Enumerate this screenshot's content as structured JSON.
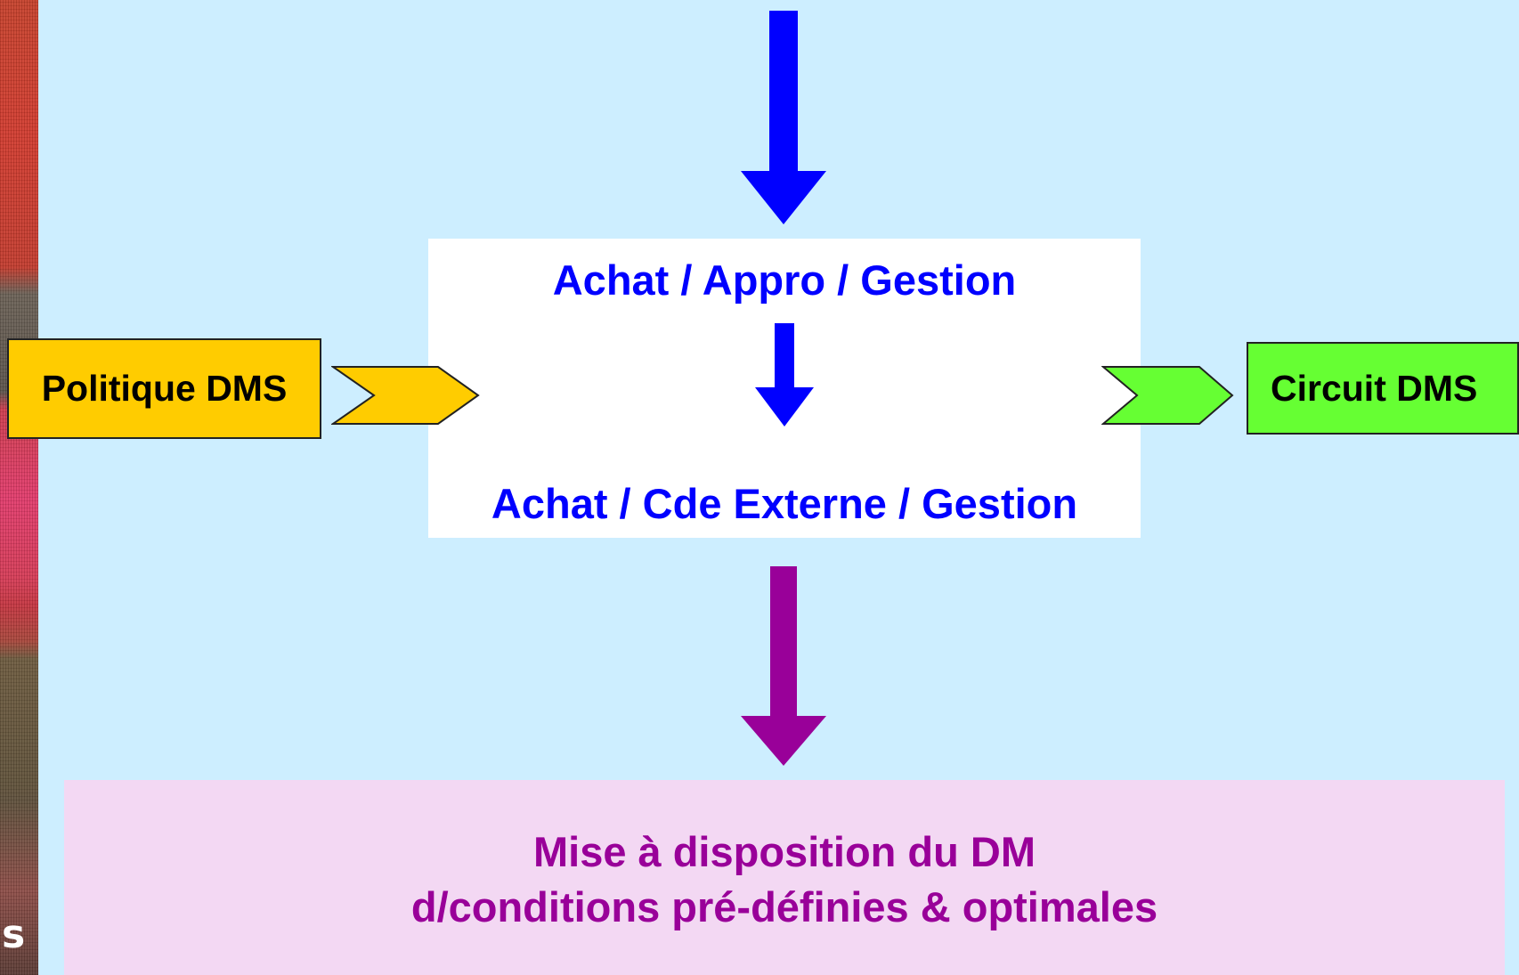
{
  "center": {
    "title_top": "Achat / Appro / Gestion",
    "title_bottom": "Achat / Cde Externe / Gestion"
  },
  "left_box": {
    "label": "Politique DMS",
    "color": "#ffcc00"
  },
  "right_box": {
    "label": "Circuit DMS",
    "color": "#66ff33"
  },
  "result": {
    "line1": "Mise à disposition du DM",
    "line2": "d/conditions pré-définies & optimales"
  },
  "side_strip": {
    "visible_letter": "s"
  },
  "colors": {
    "background": "#cdeeff",
    "flow_arrow": "#0000ff",
    "result_arrow": "#990099",
    "result_text": "#990099",
    "center_text": "#0000ff"
  }
}
